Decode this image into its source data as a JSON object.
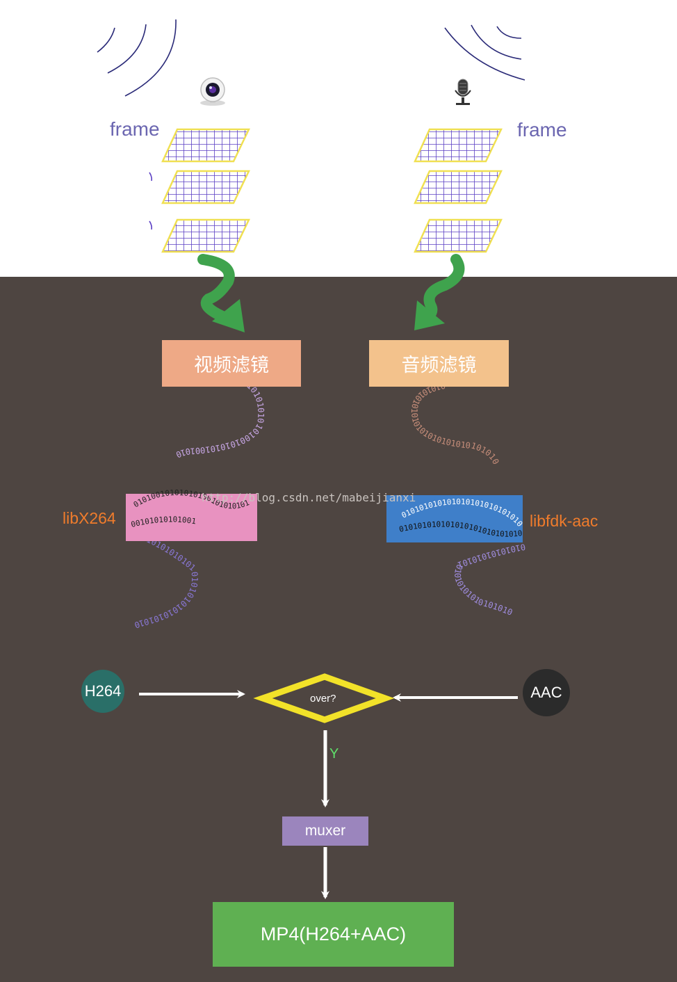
{
  "labels": {
    "frame_left": "frame",
    "frame_right": "frame",
    "video_filter": "视频滤镜",
    "audio_filter": "音频滤镜",
    "video_codec": "libX264",
    "audio_codec": "libfdk-aac",
    "h264": "H264",
    "aac": "AAC",
    "decision": "over?",
    "yes": "Y",
    "muxer": "muxer",
    "output": "MP4(H264+AAC)"
  },
  "watermark": "http://blog.csdn.net/mabeijianxi",
  "binary": {
    "v1": "0110010101010101001010101001010",
    "v2": "01010101010101010101001011011",
    "v3": "0101010101010101010101010101010",
    "v4": "01010101010101010101010101010",
    "a1": "0101010101010101010101010101010",
    "a2": "0101010101010101010101010101",
    "a3": "0101010101010101010101010101010",
    "a4": "0101010101010101010101010101",
    "enc_v": "0101001010101010010101010100101010101001",
    "enc_a": "0101010101010101010101010101010101010101"
  },
  "colors": {
    "panel": "#4e4541",
    "video_filter": "#eea986",
    "audio_filter": "#f3c28c",
    "x264_box": "#e892c0",
    "aac_box": "#3f7fc9",
    "h264_circle": "#2a6f68",
    "aac_circle": "#2b2b2b",
    "decision": "#f2e229",
    "muxer": "#9b85bd",
    "output": "#5fb052",
    "grid": "#5b3fc4",
    "grid_border": "#f0e052",
    "squiggle": "#3fa34d",
    "codec_label": "#f07c2c"
  },
  "icons": [
    "webcam-icon",
    "microphone-icon"
  ]
}
